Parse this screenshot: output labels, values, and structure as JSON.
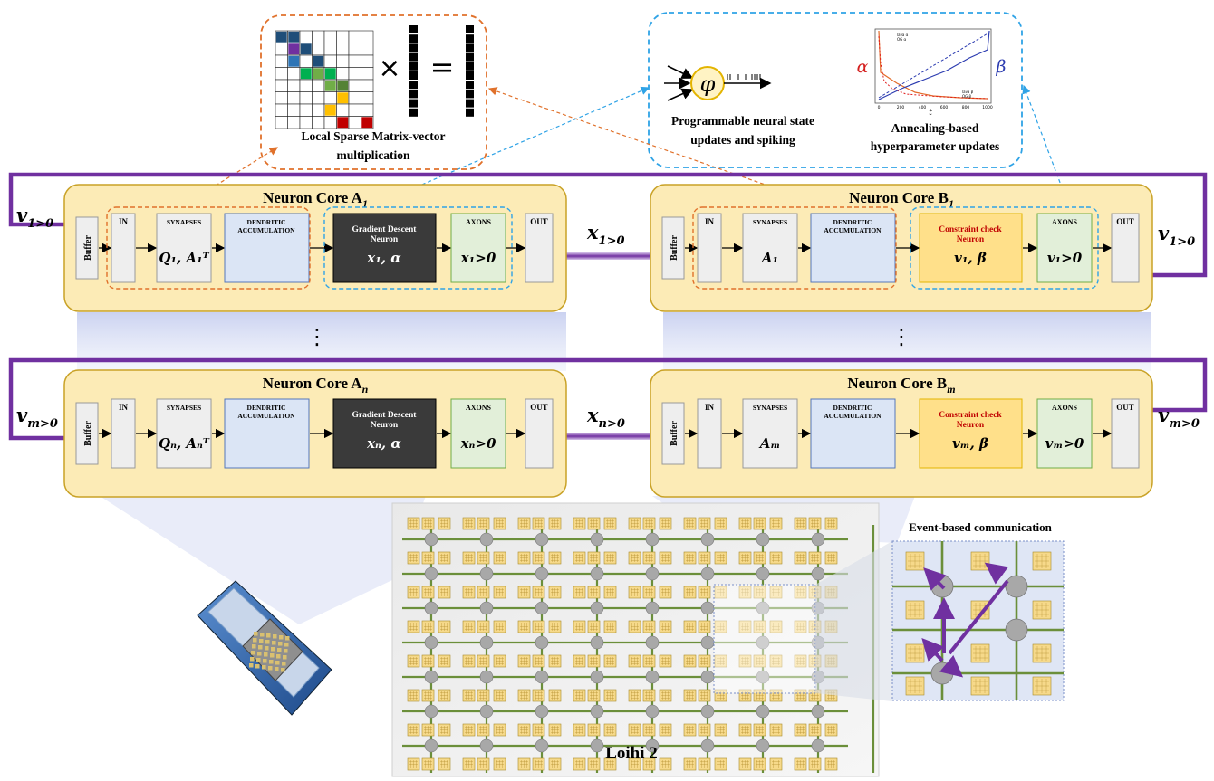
{
  "sparse_panel": {
    "label_line1": "Local Sparse Matrix-vector",
    "label_line2": "multiplication",
    "times_symbol": "×",
    "equals_symbol": "="
  },
  "neural_panel": {
    "phi_symbol": "φ",
    "label_line1": "Programmable neural state",
    "label_line2": "updates and spiking",
    "anneal_label_line1": "Annealing-based",
    "anneal_label_line2": "hyperparameter updates",
    "alpha_symbol": "α",
    "beta_symbol": "β",
    "plot_xlabel": "t",
    "plot_legend_top": [
      "lava α",
      "OG α"
    ],
    "plot_legend_bottom": [
      "lava β",
      "OG β"
    ],
    "plot_ticks": [
      "0",
      "200",
      "400",
      "600",
      "800",
      "1000"
    ]
  },
  "cores": {
    "a1": {
      "title": "Neuron Core A",
      "title_sub": "1",
      "in_label": "v",
      "in_sub": "1>0",
      "synapses_math": "Q₁, A₁ᵀ",
      "neuron_title": "Gradient Descent Neuron",
      "neuron_math": "x₁, α",
      "axons_math": "x₁>0"
    },
    "b1": {
      "title": "Neuron Core B",
      "title_sub": "1",
      "synapses_math": "A₁",
      "neuron_title": "Constraint check Neuron",
      "neuron_math": "v₁, β",
      "axons_math": "v₁>0",
      "out_label": "v",
      "out_sub": "1>0"
    },
    "an": {
      "title": "Neuron Core A",
      "title_sub": "n",
      "in_label": "v",
      "in_sub": "m>0",
      "synapses_math": "Qₙ, Aₙᵀ",
      "neuron_title": "Gradient Descent Neuron",
      "neuron_math": "xₙ, α",
      "axons_math": "xₙ>0"
    },
    "bm": {
      "title": "Neuron Core B",
      "title_sub": "m",
      "synapses_math": "Aₘ",
      "neuron_title": "Constraint check Neuron",
      "neuron_math": "vₘ, β",
      "axons_math": "vₘ>0",
      "out_label": "v",
      "out_sub": "m>0"
    }
  },
  "common_labels": {
    "buffer": "Buffer",
    "in": "IN",
    "synapses": "SYNAPSES",
    "dendritic_line1": "DENDRITIC",
    "dendritic_line2": "ACCUMULATION",
    "axons": "AXONS",
    "out": "OUT",
    "vdots": "⋮"
  },
  "links": {
    "x_top_label": "x",
    "x_top_sub": "1>0",
    "x_bottom_label": "x",
    "x_bottom_sub": "n>0"
  },
  "chip": {
    "title": "Loihi 2",
    "event_label": "Event-based communication"
  },
  "colors": {
    "core_fill": "#fcebb6",
    "core_stroke": "#c9a227",
    "purple": "#7030a0",
    "orange_dash": "#e0712b",
    "blue_dash": "#2fa3e6",
    "dendritic_fill": "#dbe5f5",
    "gd_neuron_fill": "#3a3a3a",
    "constraint_fill": "#ffe08a",
    "axons_fill": "#e2efd9"
  }
}
